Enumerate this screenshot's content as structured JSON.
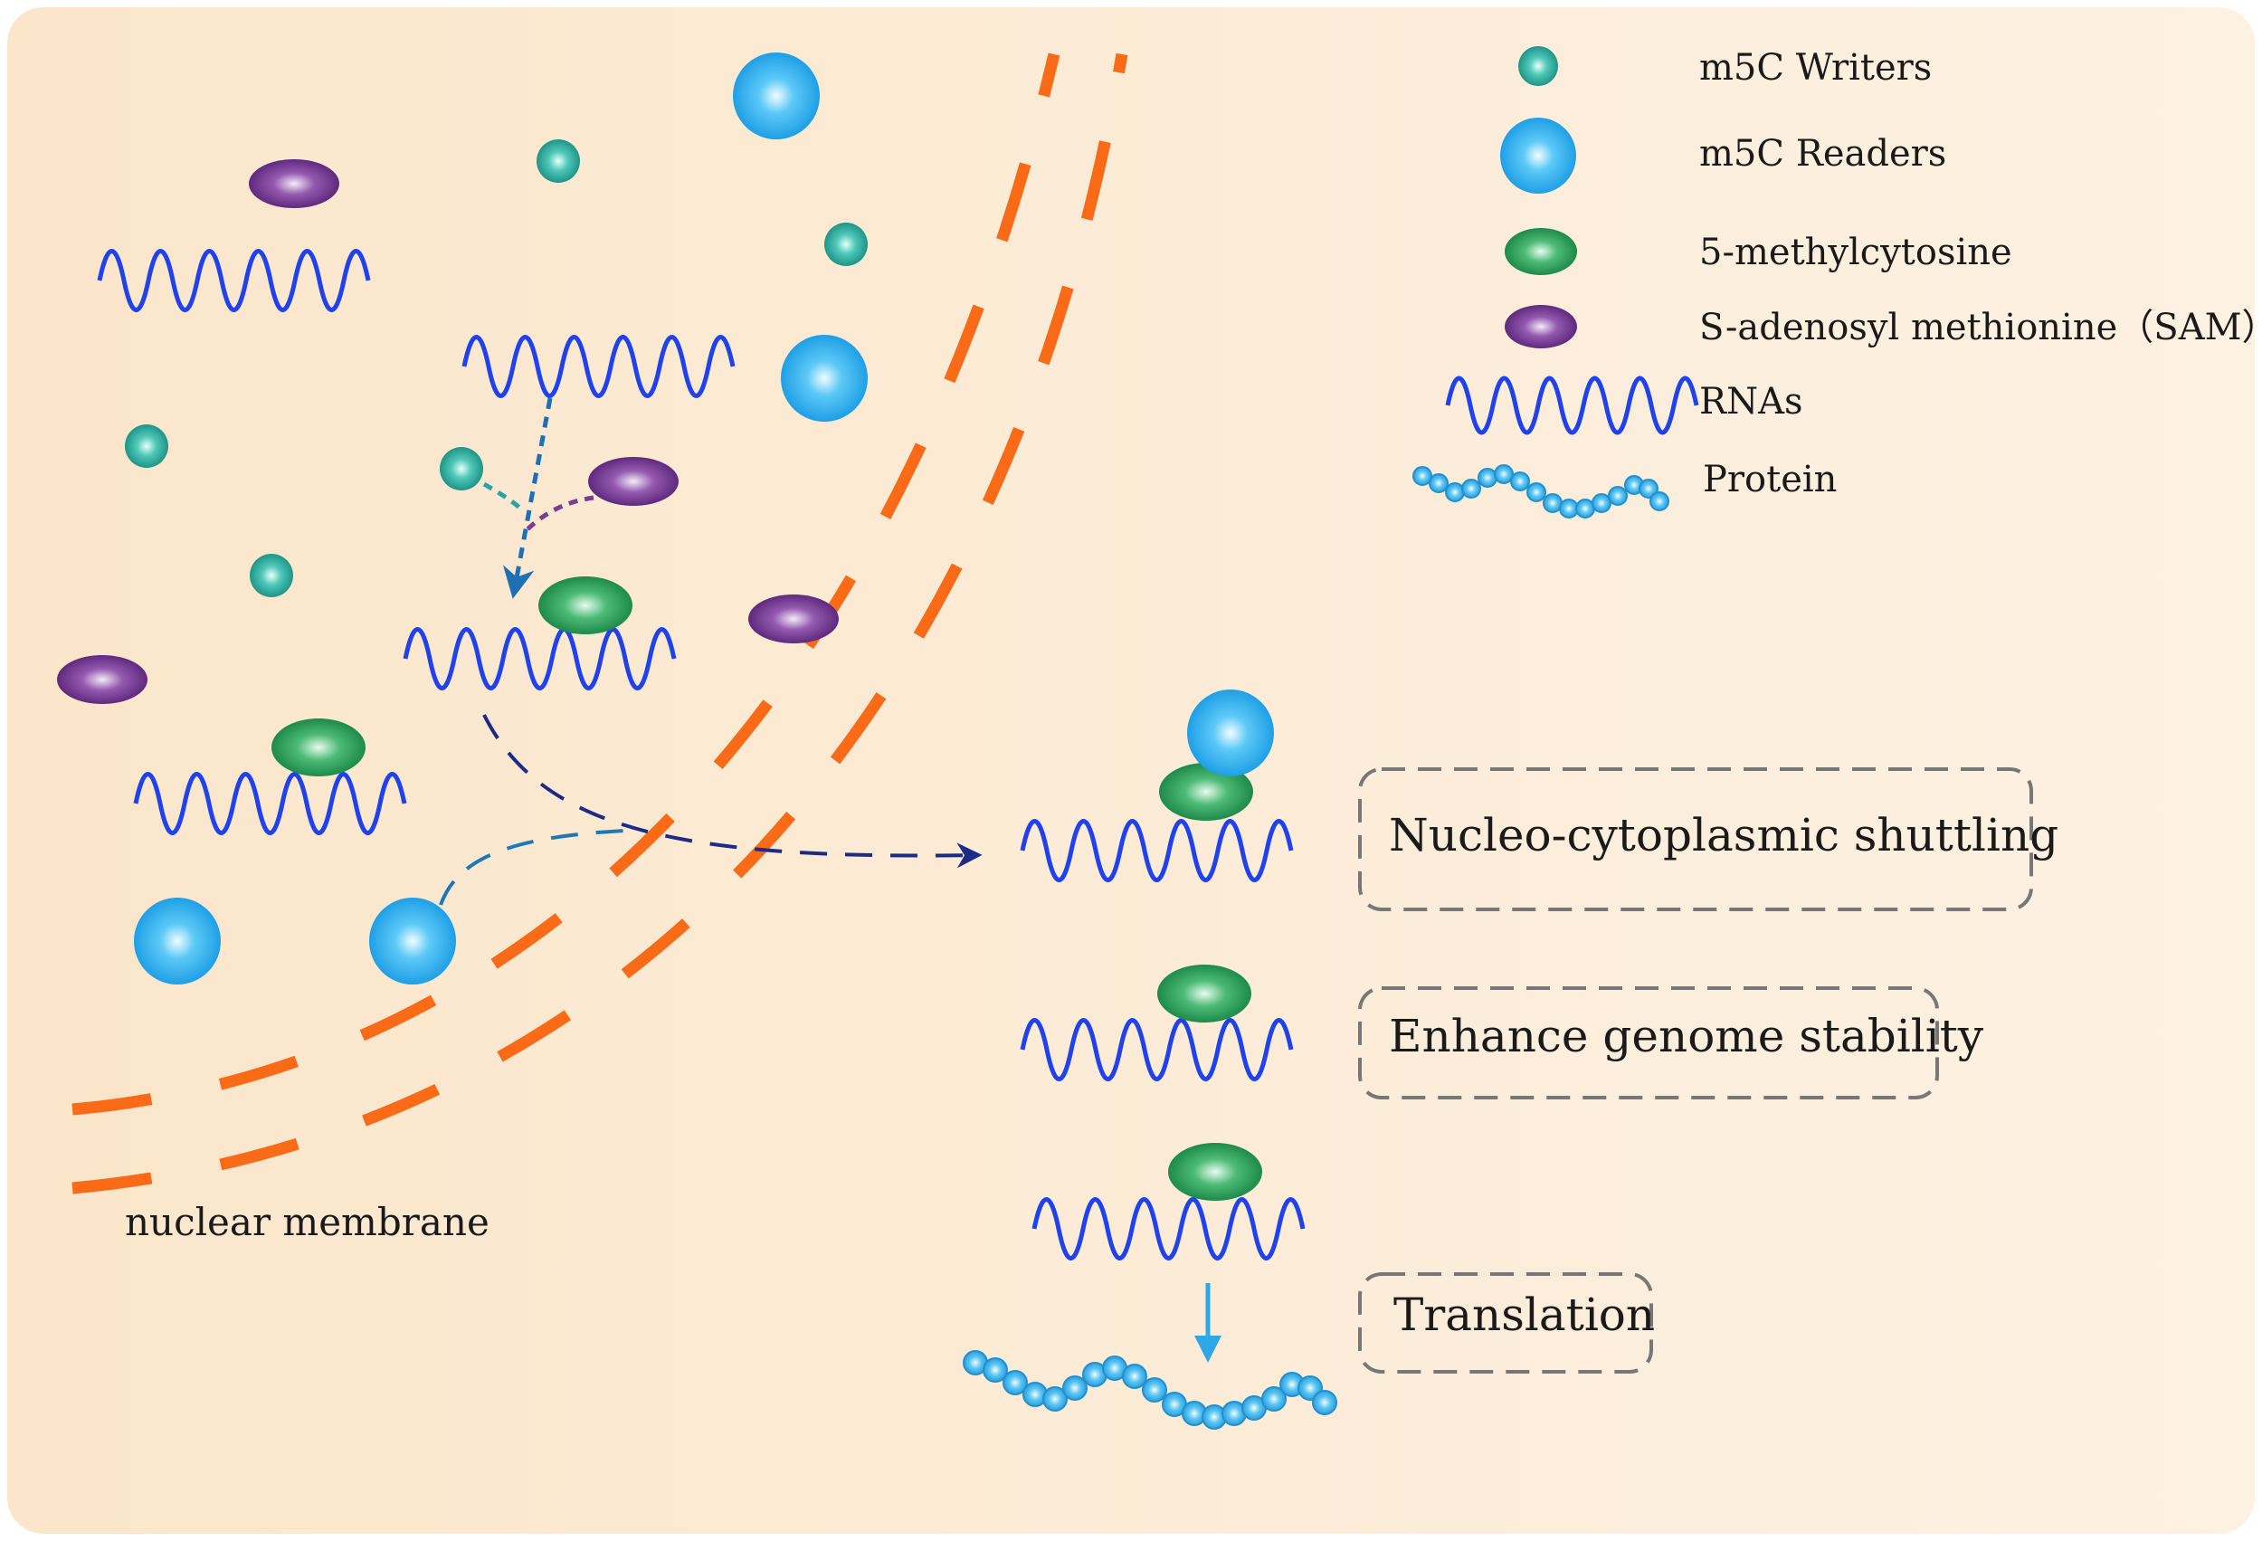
{
  "legend": {
    "writers": "m5C Writers",
    "readers": "m5C Readers",
    "methylcytosine": "5-methylcytosine",
    "sam": "S-adenosyl methionine（SAM）",
    "rnas": "RNAs",
    "protein": "Protein"
  },
  "labels": {
    "nuclear_membrane": "nuclear membrane"
  },
  "functions": {
    "shuttling": "Nucleo-cytoplasmic shuttling",
    "stability": "Enhance genome stability",
    "translation": "Translation"
  },
  "colors": {
    "background": "#fcebd3",
    "membrane": "#fb6a16",
    "rna": "#1f42ee",
    "writer": "#2fb6a6",
    "reader": "#33b7f1",
    "methyl": "#33a55f",
    "sam": "#7a3d98",
    "protein": "#3fb6ee",
    "arrow_dark": "#1d2a86",
    "arrow_teal": "#2aa3a8",
    "arrow_purple": "#7b3c94",
    "arrow_blue": "#1e78b8",
    "box_border": "#777777"
  }
}
